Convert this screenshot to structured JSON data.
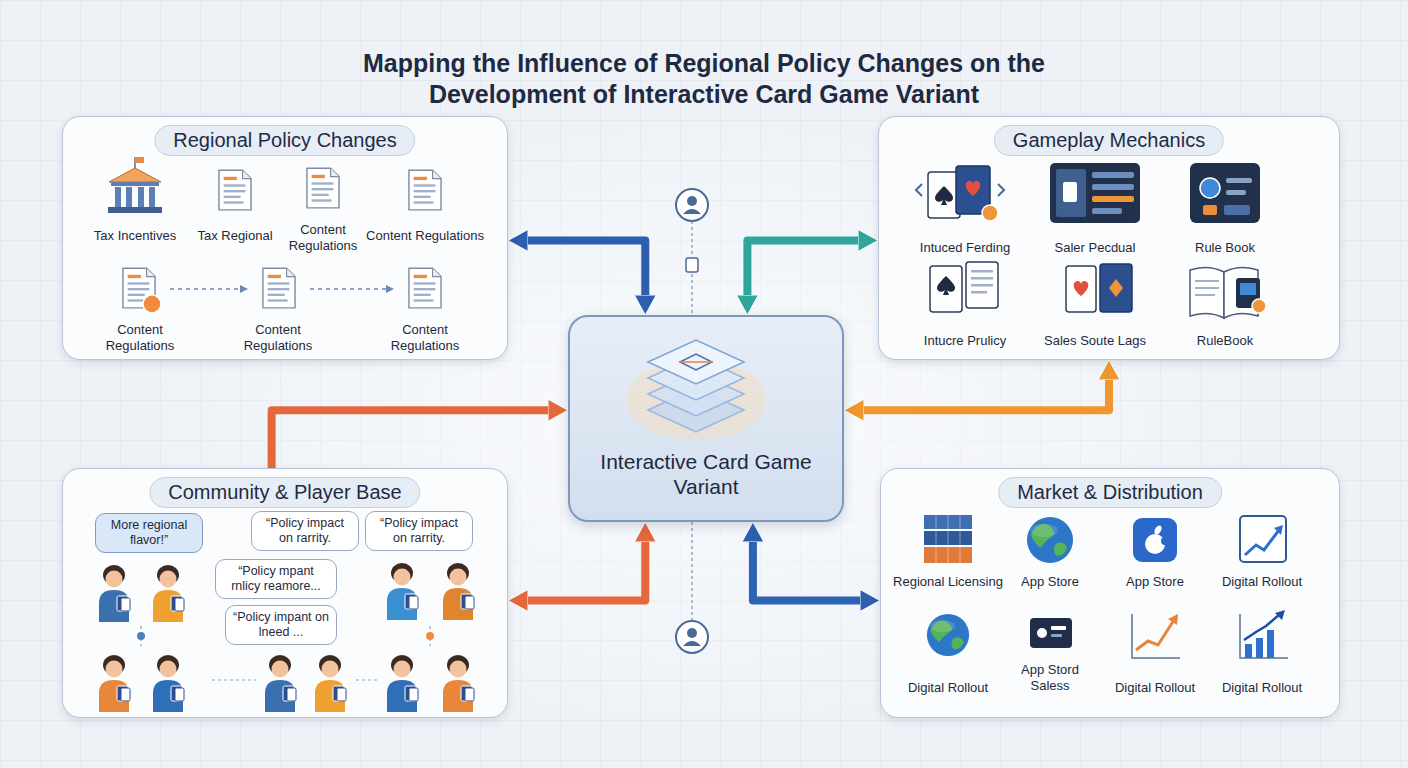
{
  "diagram": {
    "title": "Mapping the Influence of Regional Policy Changes on the Development of Interactive Card Game Variant",
    "nodes": [
      {
        "text": [
          "Regional Policy Changes"
        ]
      },
      {
        "text": [
          "Gameplay Mechanics"
        ]
      },
      {
        "text": [
          "Interactive Card Game Variant"
        ]
      },
      {
        "text": [
          "Community & Player Base"
        ]
      },
      {
        "text": [
          "More regional flavor!”"
        ],
        "in": 3
      },
      {
        "text": [
          "“Policy impact on rarrity."
        ],
        "in": 3
      },
      {
        "text": [
          "“Policy impact on rarrity."
        ],
        "in": 3
      },
      {
        "text": [
          "“Policy mpant rnlicy reamore..."
        ],
        "in": 3
      },
      {
        "text": [
          "“Policy impant on lneed ..."
        ],
        "in": 3
      },
      {
        "text": [
          "Market & Distribution"
        ]
      }
    ],
    "edges": [
      {
        "from": 0,
        "to": 2,
        "arrow": "both"
      },
      {
        "from": 2,
        "to": 1,
        "arrow": "both"
      },
      {
        "from": 3,
        "to": 2,
        "arrow": "to"
      },
      {
        "from": 2,
        "to": 3,
        "arrow": "both"
      },
      {
        "from": 1,
        "to": 2,
        "arrow": "both"
      },
      {
        "from": 2,
        "to": 9,
        "arrow": "both"
      }
    ],
    "labels": [
      "Tax Incentives",
      "Tax Regional",
      "Content Regulations",
      "Content Regulations",
      "Content Regulations",
      "Content Regulations",
      "Content Regulations",
      "Intuced Ferding",
      "Saler Pecdual",
      "Rule Book",
      "Intucre Prulicy",
      "Sales Soute Lags",
      "RuleBook",
      "Regional Licensing",
      "App Store",
      "App Store",
      "Digital Rollout",
      "Digital Rollout",
      "App Stord Saless",
      "Digital Rollout",
      "Digital Rollout"
    ]
  }
}
